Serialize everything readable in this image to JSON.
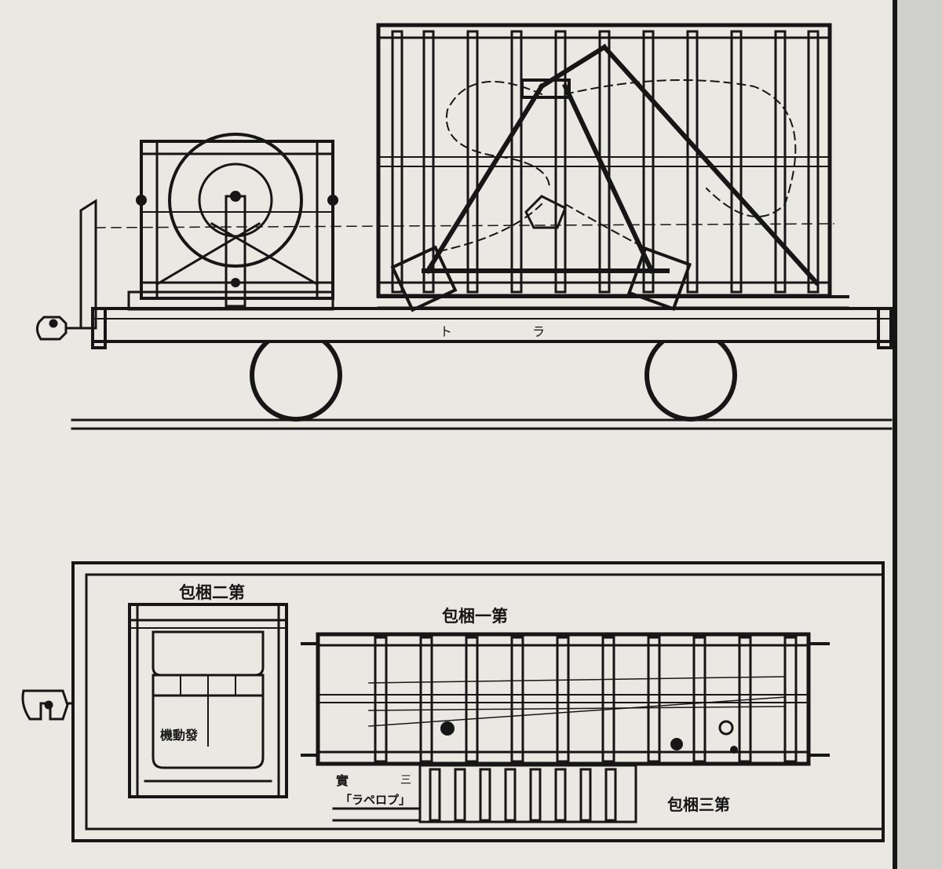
{
  "side_view": {
    "wagon_mark_left": "ト",
    "wagon_mark_right": "ラ"
  },
  "plan_view": {
    "crate_1_label": "包梱一第",
    "crate_2_label": "包梱二第",
    "crate_3_label": "包梱三第",
    "engine_label": "機動發",
    "propeller_label": "「ラペロプ」",
    "real_mark": "實",
    "three_mark": "三"
  },
  "colors": {
    "paper": "#e9e8e3",
    "ink": "#161616"
  }
}
